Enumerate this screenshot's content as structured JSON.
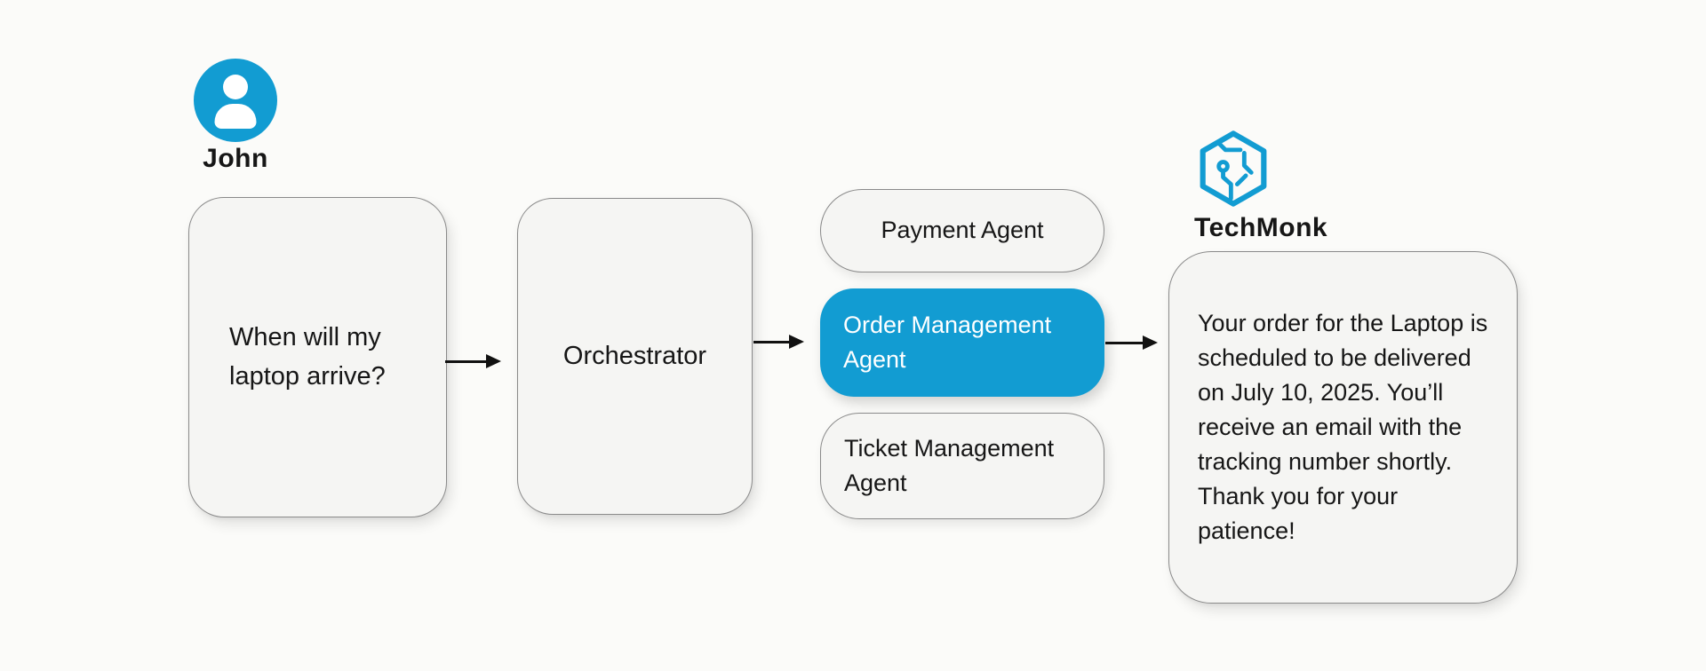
{
  "colors": {
    "accent": "#129CD2",
    "box_fill": "#F5F5F3",
    "box_border": "#8A8A8A",
    "background": "#FBFBF9",
    "text": "#161616"
  },
  "user": {
    "name": "John",
    "icon": "person-icon"
  },
  "flow": {
    "question": "When will my laptop arrive?",
    "orchestrator_label": "Orchestrator",
    "agents": [
      {
        "label": "Payment Agent",
        "active": false
      },
      {
        "label": "Order Management Agent",
        "active": true
      },
      {
        "label": "Ticket Management Agent",
        "active": false
      }
    ],
    "response": "Your order for the Laptop is scheduled to be delivered on July 10, 2025. You’ll receive an email with the tracking number shortly. Thank you for your patience!"
  },
  "brand": {
    "name": "TechMonk",
    "icon": "hexagon-circuit-icon"
  }
}
